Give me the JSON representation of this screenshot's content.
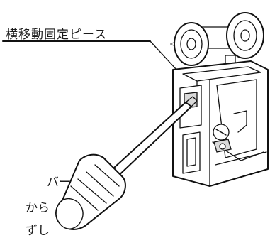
{
  "callout": {
    "label": "横移動固定ピース"
  },
  "text_lines": {
    "line1": "バー",
    "line2": "から",
    "line3": "ずし"
  }
}
